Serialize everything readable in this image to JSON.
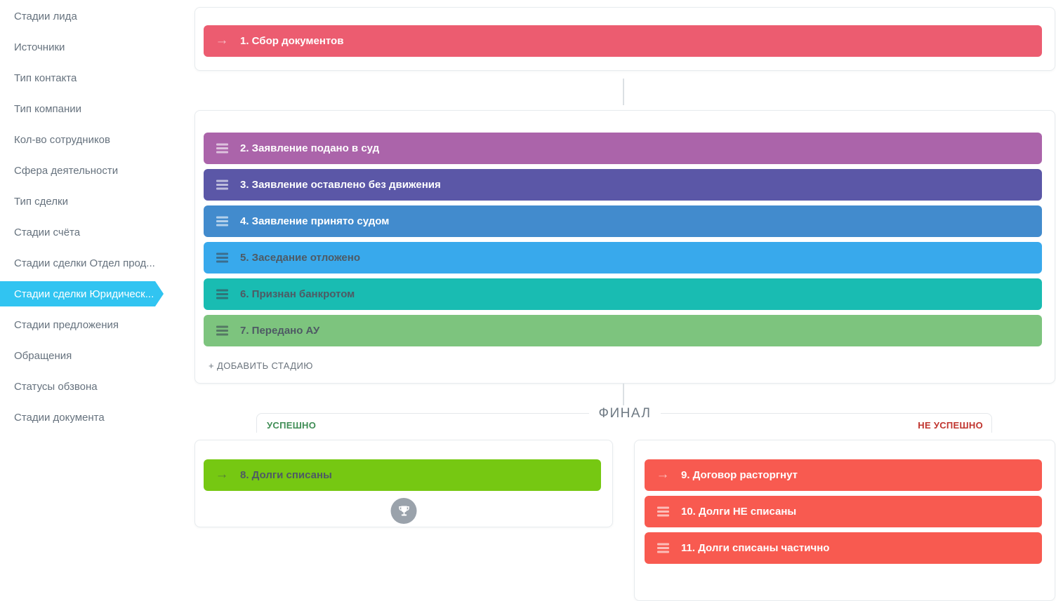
{
  "sidebar": {
    "selected_bg": "#31c4f1",
    "items": [
      {
        "label": "Стадии лида",
        "selected": false
      },
      {
        "label": "Источники",
        "selected": false
      },
      {
        "label": "Тип контакта",
        "selected": false
      },
      {
        "label": "Тип компании",
        "selected": false
      },
      {
        "label": "Кол-во сотрудников",
        "selected": false
      },
      {
        "label": "Сфера деятельности",
        "selected": false
      },
      {
        "label": "Тип сделки",
        "selected": false
      },
      {
        "label": "Стадии счёта",
        "selected": false
      },
      {
        "label": "Стадии сделки Отдел прод...",
        "selected": false
      },
      {
        "label": "Стадии сделки Юридическ...",
        "selected": true
      },
      {
        "label": "Стадии предложения",
        "selected": false
      },
      {
        "label": "Обращения",
        "selected": false
      },
      {
        "label": "Статусы обзвона",
        "selected": false
      },
      {
        "label": "Стадии документа",
        "selected": false
      }
    ]
  },
  "icons": {
    "arrow_right": "→"
  },
  "pipeline": {
    "initial": {
      "stages": [
        {
          "label": "1. Сбор документов",
          "color": "#ec5c70",
          "text_color": "#ffffff",
          "icon": "arrow-right-icon",
          "icon_color": "rgba(255,255,255,0.62)"
        }
      ]
    },
    "middle": {
      "add_label": "+ ДОБАВИТЬ СТАДИЮ",
      "stages": [
        {
          "label": "2. Заявление подано в суд",
          "color": "#ab64aa",
          "text_color": "#ffffff",
          "icon": "drag-handle-icon",
          "icon_color": "rgba(255,255,255,0.6)"
        },
        {
          "label": "3. Заявление оставлено без движения",
          "color": "#5b57a7",
          "text_color": "#ffffff",
          "icon": "drag-handle-icon",
          "icon_color": "rgba(255,255,255,0.6)"
        },
        {
          "label": "4. Заявление принято судом",
          "color": "#428bcd",
          "text_color": "#ffffff",
          "icon": "drag-handle-icon",
          "icon_color": "rgba(255,255,255,0.6)"
        },
        {
          "label": "5. Заседание отложено",
          "color": "#38a9ec",
          "text_color": "#4e5a64",
          "icon": "drag-handle-icon",
          "icon_color": "rgba(62,74,84,0.62)"
        },
        {
          "label": "6. Признан банкротом",
          "color": "#19bcb2",
          "text_color": "#4e5a64",
          "icon": "drag-handle-icon",
          "icon_color": "rgba(62,74,84,0.62)"
        },
        {
          "label": "7. Передано АУ",
          "color": "#7dc47e",
          "text_color": "#4e5a64",
          "icon": "drag-handle-icon",
          "icon_color": "rgba(62,74,84,0.62)"
        }
      ]
    },
    "final": {
      "divider_label": "ФИНАЛ",
      "success_label": "УСПЕШНО",
      "fail_label": "НЕ УСПЕШНО",
      "success_color": "#3f8d55",
      "fail_color": "#c0342e",
      "trophy_bg": "#9aa2ab",
      "success_stages": [
        {
          "label": "8. Долги списаны",
          "color": "#76c812",
          "text_color": "#4e5a64",
          "icon": "arrow-right-icon",
          "icon_color": "rgba(62,74,84,0.62)"
        }
      ],
      "fail_stages": [
        {
          "label": "9. Договор расторгнут",
          "color": "#f85a50",
          "text_color": "#ffffff",
          "icon": "arrow-right-icon",
          "icon_color": "rgba(255,255,255,0.62)"
        },
        {
          "label": "10. Долги НЕ списаны",
          "color": "#f85a50",
          "text_color": "#ffffff",
          "icon": "drag-handle-icon",
          "icon_color": "rgba(255,255,255,0.6)"
        },
        {
          "label": "11. Долги списаны частично",
          "color": "#f85a50",
          "text_color": "#ffffff",
          "icon": "drag-handle-icon",
          "icon_color": "rgba(255,255,255,0.6)"
        }
      ]
    }
  }
}
